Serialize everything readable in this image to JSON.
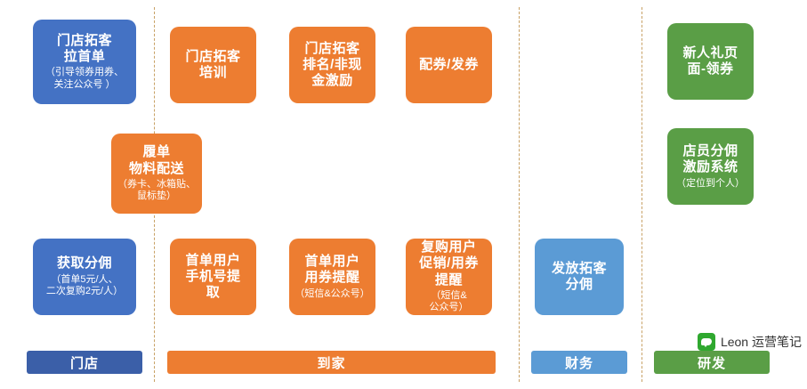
{
  "diagram": {
    "columns": [
      {
        "name": "mendian",
        "label": "门店",
        "color": "#3b5fa8"
      },
      {
        "name": "daojia",
        "label": "到家",
        "color": "#ed7d31"
      },
      {
        "name": "caiwu",
        "label": "财务",
        "color": "#5b9bd5"
      },
      {
        "name": "yanfa",
        "label": "研发",
        "color": "#5a9e46"
      }
    ],
    "cards": [
      {
        "name": "store-acquire-first-order",
        "title": "门店拓客\n拉首单",
        "sub": "（引导领券用券、\n关注公众号 ）",
        "color": "blue"
      },
      {
        "name": "store-acquire-training",
        "title": "门店拓客\n培训",
        "sub": "",
        "color": "orange"
      },
      {
        "name": "store-acquire-ranking",
        "title": "门店拓客\n排名/非现\n金激励",
        "sub": "",
        "color": "orange"
      },
      {
        "name": "coupon-distribute",
        "title": "配券/发券",
        "sub": "",
        "color": "orange"
      },
      {
        "name": "newcomer-gift-page",
        "title": "新人礼页\n面-领券",
        "sub": "",
        "color": "green"
      },
      {
        "name": "fulfillment-material-delivery",
        "title": "履单\n物料配送",
        "sub": "（券卡、冰箱贴、\n鼠标垫）",
        "color": "orange"
      },
      {
        "name": "clerk-commission-system",
        "title": "店员分佣\n激励系统",
        "sub": "（定位到个人）",
        "color": "green"
      },
      {
        "name": "get-commission",
        "title": "获取分佣",
        "sub": "（首单5元/人、\n二次复购2元/人）",
        "color": "blue"
      },
      {
        "name": "first-order-phone-extract",
        "title": "首单用户\n手机号提\n取",
        "sub": "",
        "color": "orange"
      },
      {
        "name": "first-order-coupon-reminder",
        "title": "首单用户\n用券提醒",
        "sub": "（短信&公众号）",
        "color": "orange"
      },
      {
        "name": "repurchase-promotion-reminder",
        "title": "复购用户\n促销/用券\n提醒",
        "sub": "（短信&\n公众号）",
        "color": "orange"
      },
      {
        "name": "issue-acquisition-commission",
        "title": "发放拓客\n分佣",
        "sub": "",
        "color": "lightblue"
      }
    ],
    "watermark": "Leon 运营笔记"
  }
}
